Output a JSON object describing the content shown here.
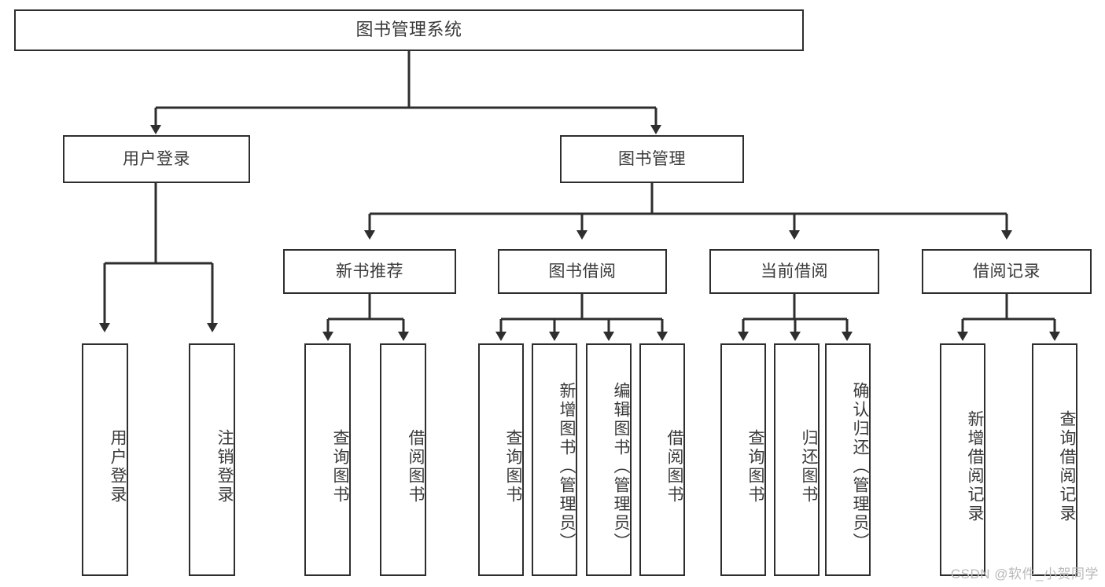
{
  "diagram": {
    "title": "图书管理系统",
    "type": "hierarchy-tree",
    "root": {
      "label": "图书管理系统"
    },
    "level2": [
      {
        "label": "用户登录"
      },
      {
        "label": "图书管理"
      }
    ],
    "level3": [
      {
        "label": "新书推荐"
      },
      {
        "label": "图书借阅"
      },
      {
        "label": "当前借阅"
      },
      {
        "label": "借阅记录"
      }
    ],
    "leaves": {
      "user_login": [
        {
          "label": "用户登录"
        },
        {
          "label": "注销登录"
        }
      ],
      "new_book_recommend": [
        {
          "label": "查询图书"
        },
        {
          "label": "借阅图书"
        }
      ],
      "book_borrow": [
        {
          "label": "查询图书"
        },
        {
          "label": "新增图书（管理员）"
        },
        {
          "label": "编辑图书（管理员）"
        },
        {
          "label": "借阅图书"
        }
      ],
      "current_borrow": [
        {
          "label": "查询图书"
        },
        {
          "label": "归还图书"
        },
        {
          "label": "确认归还（管理员）"
        }
      ],
      "borrow_record": [
        {
          "label": "新增借阅记录"
        },
        {
          "label": "查询借阅记录"
        }
      ]
    }
  },
  "watermark": {
    "text": "CSDN @软件_小贺同学"
  },
  "colors": {
    "stroke": "#2e2e2e",
    "text": "#3a3a3a",
    "background": "#ffffff",
    "watermark": "#b9b9b9"
  }
}
